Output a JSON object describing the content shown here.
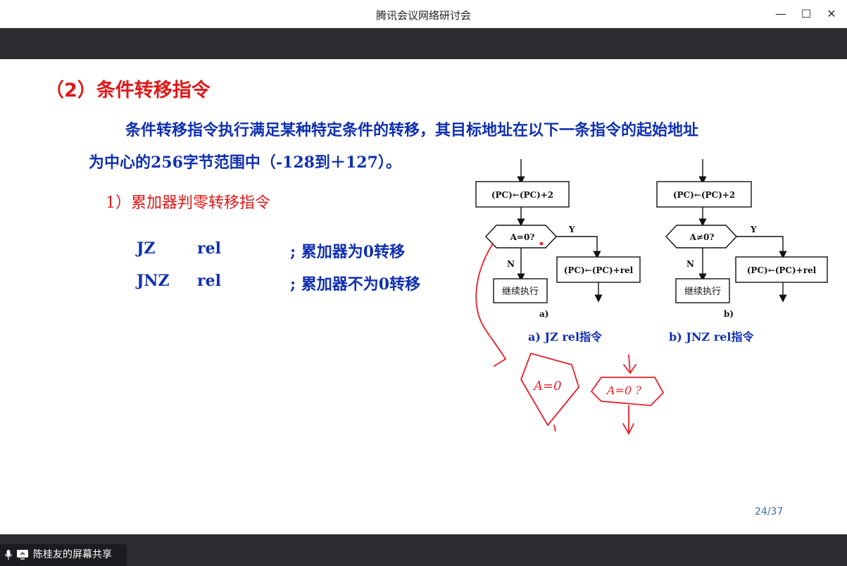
{
  "window": {
    "title": "腾讯会议网络研讨会",
    "minimize": "—",
    "maximize": "☐",
    "close": "✕"
  },
  "slide": {
    "heading": "（2）条件转移指令",
    "paragraph_line1": "条件转移指令执行满足某种特定条件的转移，其目标地址在以下一条指令的起始地址",
    "paragraph_line2": "为中心的256字节范围中（-128到＋127）。",
    "subheading": "1）累加器判零转移指令",
    "instructions": [
      {
        "op": "JZ",
        "arg": "rel",
        "comment": "; 累加器为0转移"
      },
      {
        "op": "JNZ",
        "arg": "rel",
        "comment": "; 累加器不为0转移"
      }
    ],
    "flowchart_a": {
      "box1": "(PC)←(PC)+2",
      "decision": "A=0?",
      "yes": "Y",
      "no": "N",
      "branch_box": "(PC)←(PC)+rel",
      "continue_box": "继续执行",
      "sub_label": "a)",
      "caption": "a) JZ rel指令"
    },
    "flowchart_b": {
      "box1": "(PC)←(PC)+2",
      "decision": "A≠0?",
      "yes": "Y",
      "no": "N",
      "branch_box": "(PC)←(PC)+rel",
      "continue_box": "继续执行",
      "sub_label": "b)",
      "caption": "b) JNZ rel指令"
    },
    "handwriting": {
      "note1": "A=0",
      "note2": "A=0 ?"
    },
    "page": "24/37"
  },
  "share": {
    "label": "陈桂友的屏幕共享"
  },
  "colors": {
    "heading_red": "#e01818",
    "body_blue": "#1030b0",
    "annotation_red": "#e8202a",
    "bar_dark": "#2a2c30"
  }
}
